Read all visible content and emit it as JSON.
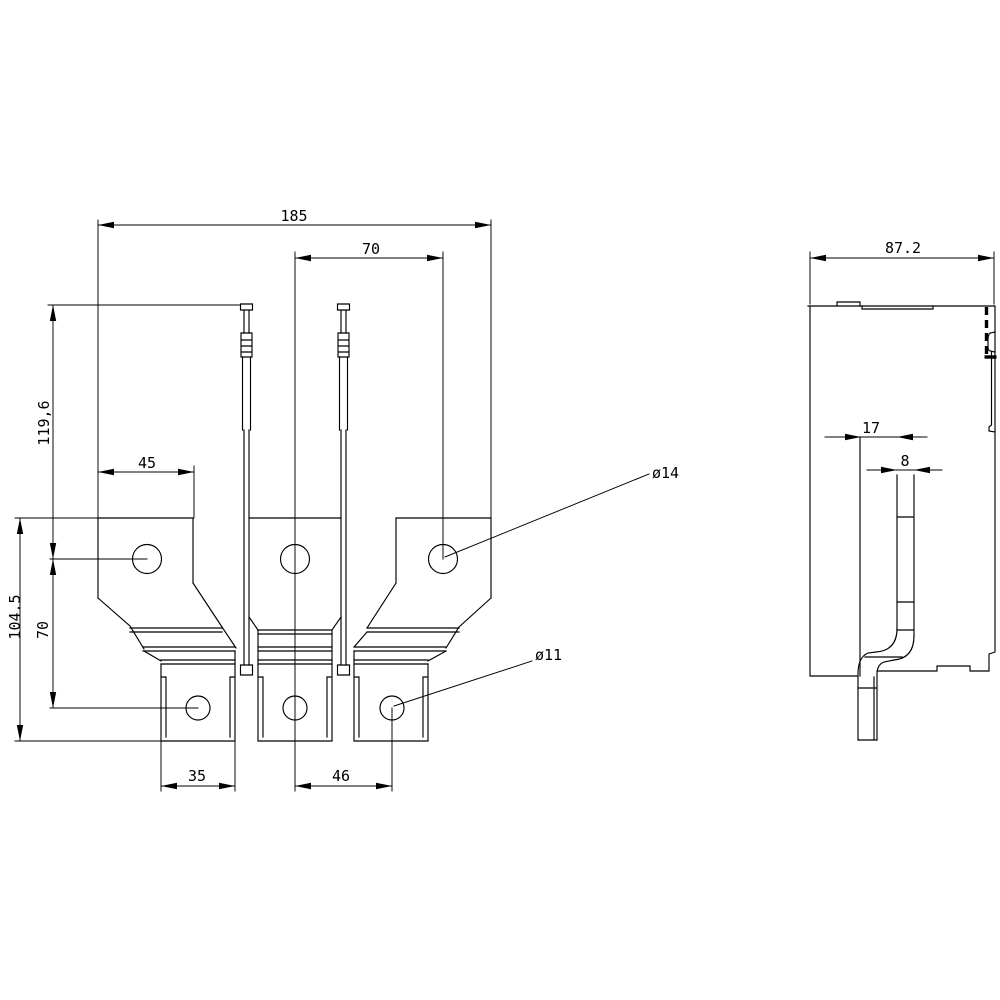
{
  "drawing": {
    "type": "technical-dimension-drawing",
    "colors": {
      "line": "#000000",
      "background": "#ffffff"
    },
    "front_view": {
      "description": "front view, 3-pole busbar connection adapter",
      "dims": {
        "overall_width": "185",
        "top_hole_pitch": "70",
        "top_tab_width": "45",
        "height_to_top_hole": "119,6",
        "hole_vertical_spacing": "70",
        "overall_height": "104.5",
        "bottom_tab_width": "35",
        "bottom_hole_pitch": "46",
        "top_hole_diameter": "ø14",
        "bottom_hole_diameter": "ø11"
      }
    },
    "side_view": {
      "description": "side view of housing with bent busbar tab",
      "dims": {
        "overall_depth": "87.2",
        "tab_offset": "17",
        "tab_thickness": "8"
      }
    }
  }
}
